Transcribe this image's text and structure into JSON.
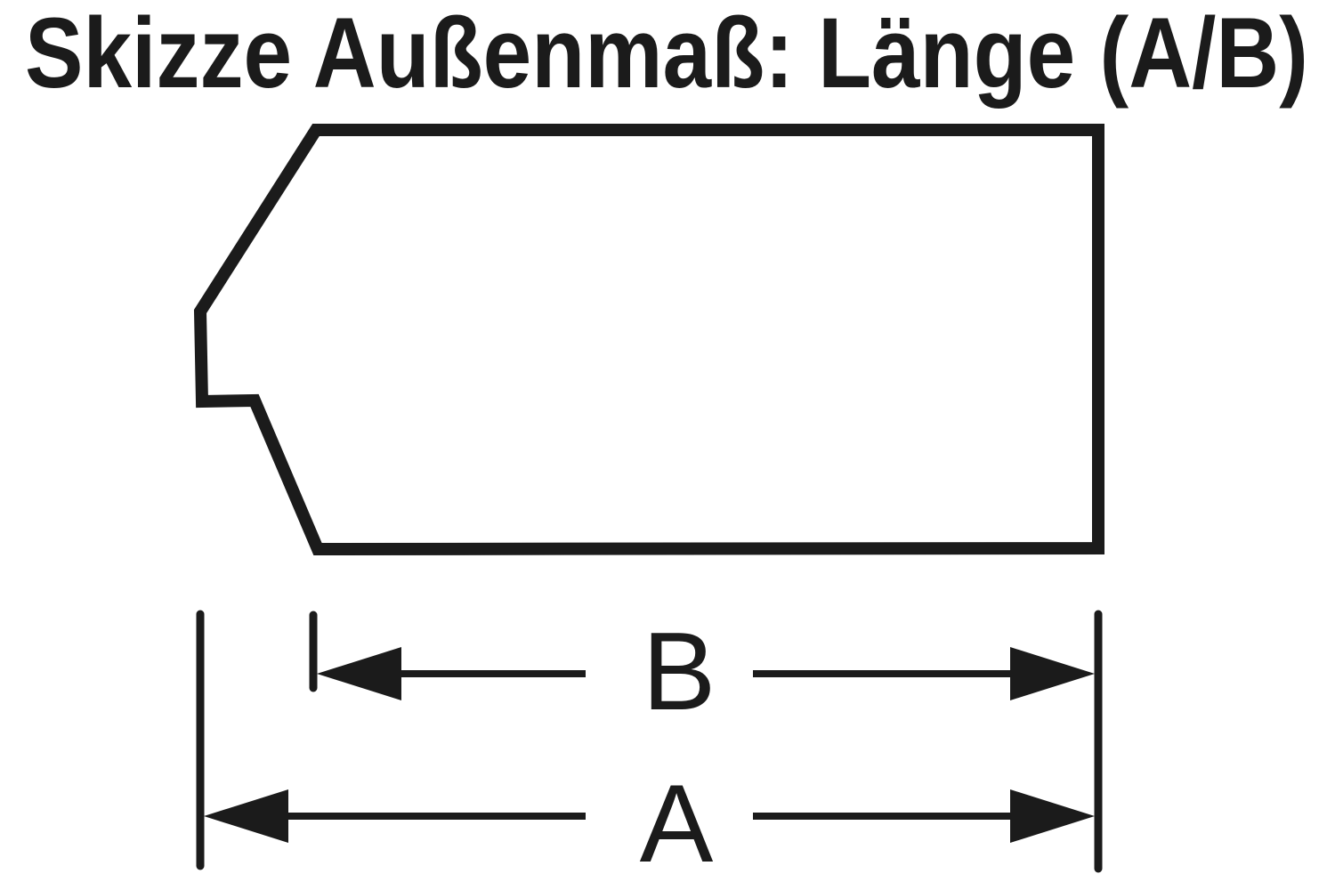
{
  "title": "Skizze Außenmaß: Länge (A/B)",
  "colors": {
    "ink": "#1b1b1b",
    "paper": "#ffffff"
  },
  "dimension_labels": {
    "a": "A",
    "b": "B"
  }
}
